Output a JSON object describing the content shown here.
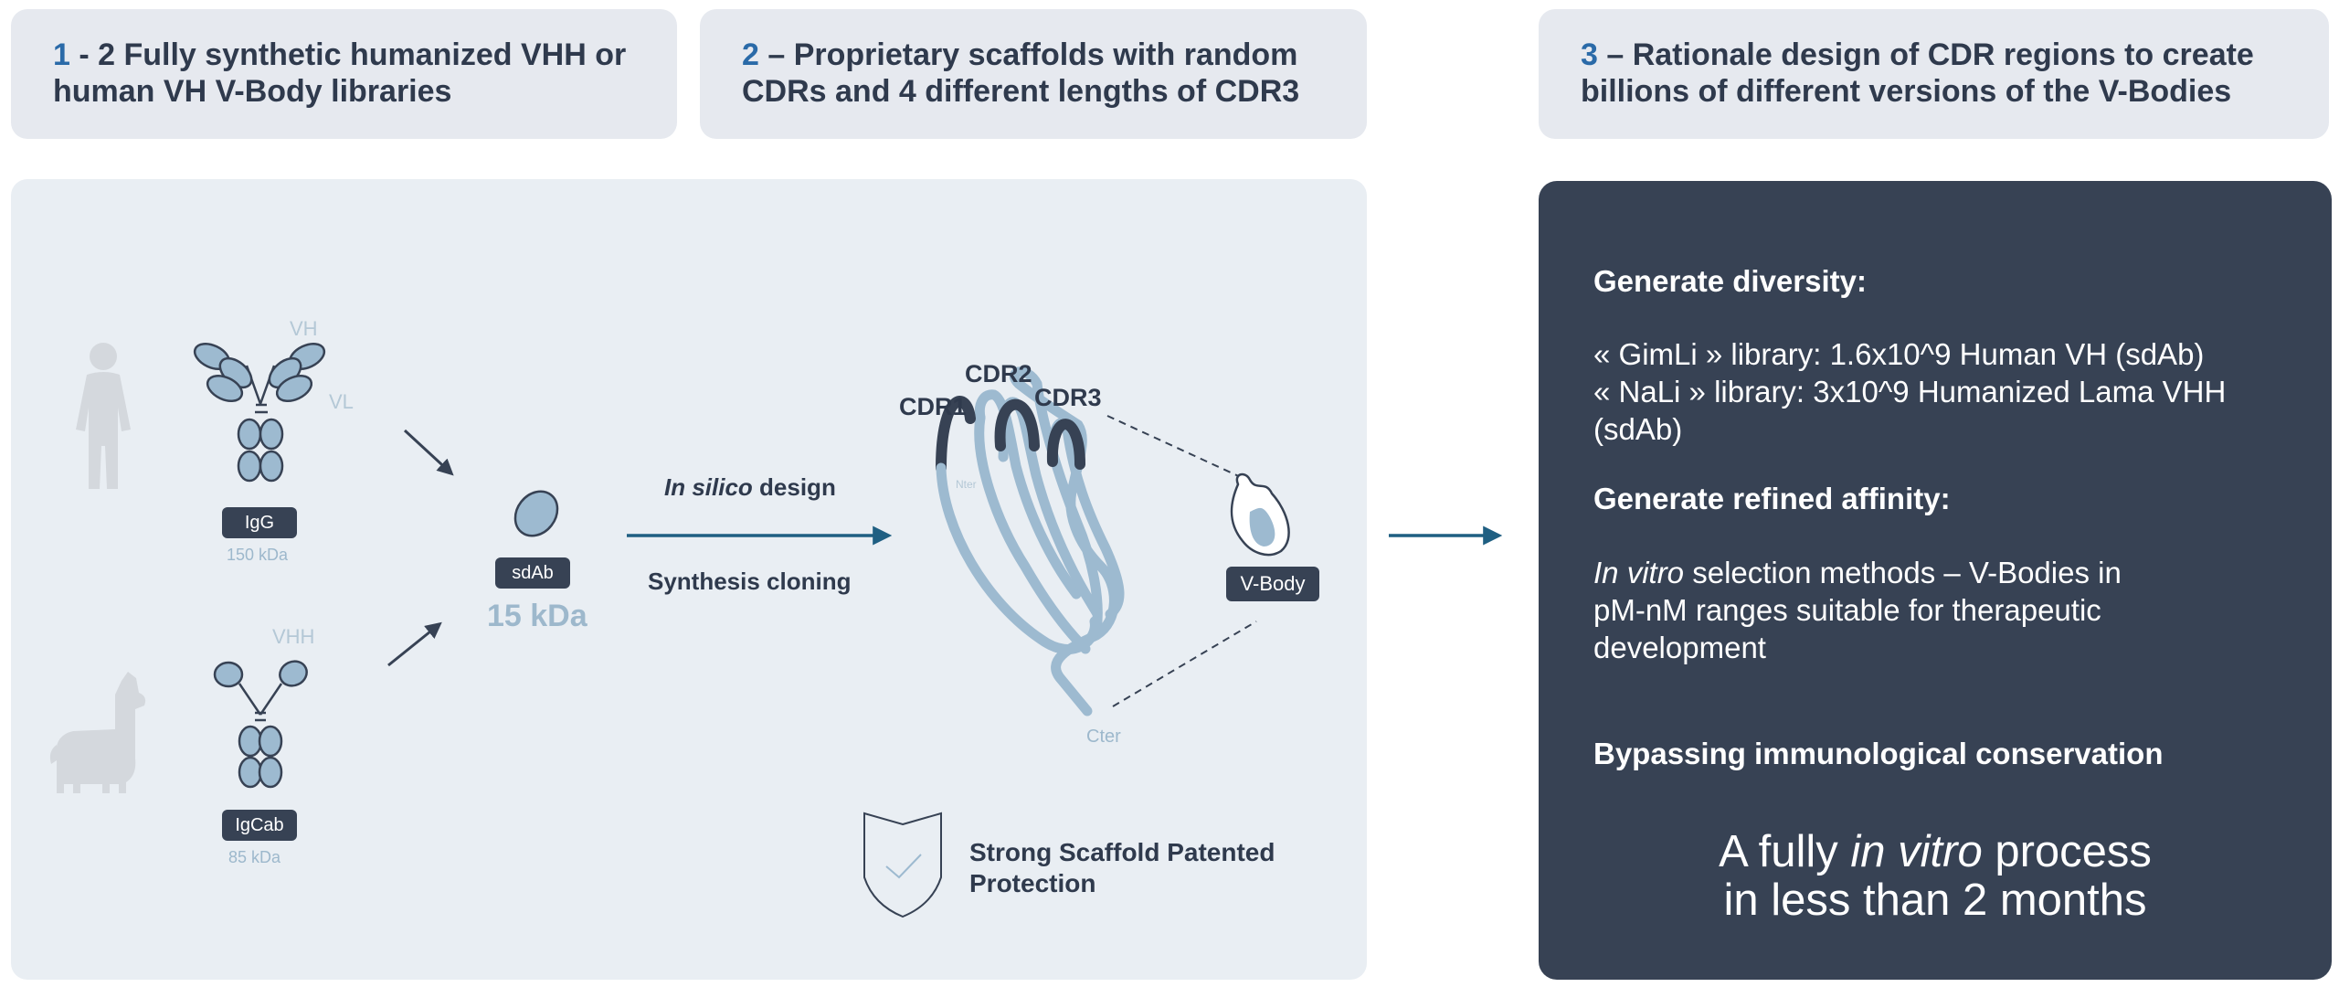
{
  "headers": [
    {
      "num": "1",
      "text": " - 2 Fully synthetic humanized VHH or human VH V-Body libraries"
    },
    {
      "num": "2",
      "text": " – Proprietary scaffolds with random CDRs and 4 different lengths of CDR3"
    },
    {
      "num": "3",
      "text": " – Rationale design of CDR regions to create billions of different versions of the V-Bodies"
    }
  ],
  "diagram": {
    "igg": {
      "tag": "IgG",
      "kda": "150 kDa",
      "vh": "VH",
      "vl": "VL"
    },
    "igcab": {
      "tag": "IgCab",
      "kda": "85 kDa",
      "vhh": "VHH"
    },
    "sdab": {
      "tag": "sdAb",
      "kda": "15 kDa"
    },
    "process": {
      "italic": "In silico",
      "rest": " design",
      "line2": "Synthesis cloning"
    },
    "cdr": {
      "cdr1": "CDR1",
      "cdr2": "CDR2",
      "cdr3": "CDR3",
      "nter": "Nter",
      "cter": "Cter"
    },
    "vbody": {
      "tag": "V-Body"
    },
    "patent": {
      "line1": "Strong Scaffold Patented",
      "line2": "Protection"
    }
  },
  "panel": {
    "h1": "Generate diversity:",
    "gimli": "« GimLi » library: 1.6x10^9 Human VH (sdAb)",
    "nali1": "« NaLi » library: 3x10^9 Humanized Lama VHH",
    "nali2": "(sdAb)",
    "h2": "Generate refined affinity:",
    "sel_italic": "In vitro",
    "sel_rest": " selection methods – V-Bodies in",
    "sel2": "pM-nM ranges suitable for therapeutic",
    "sel3": "development",
    "h3": "Bypassing immunological conservation",
    "final1_a": "A fully ",
    "final1_b": "in vitro",
    "final1_c": " process",
    "final2": "in less than 2 months"
  },
  "colors": {
    "accent_blue": "#2a6aa8",
    "dark_navy": "#374254",
    "light_bg": "#e9eef3",
    "header_bg": "#e6e9ef",
    "domain_fill": "#9dbad0",
    "arrow_teal": "#1f5f82"
  },
  "icons": [
    "human-silhouette-icon",
    "llama-silhouette-icon",
    "igg-antibody-icon",
    "igcab-antibody-icon",
    "sdab-domain-icon",
    "v-body-icon",
    "shield-check-icon"
  ]
}
